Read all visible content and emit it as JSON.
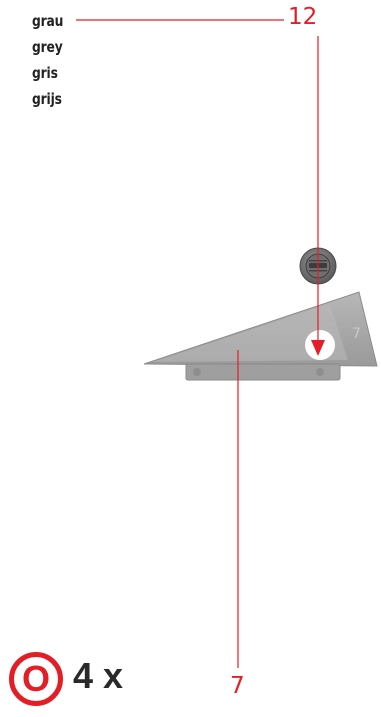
{
  "color_names": [
    "grau",
    "grey",
    "gris",
    "grijs"
  ],
  "callouts": {
    "top_part_number": "12",
    "bottom_part_number": "7"
  },
  "step": {
    "badge_letter": "O",
    "quantity": "4 x"
  },
  "colors": {
    "accent_red": "#e31e26",
    "part_grey": "#a9a9a9",
    "part_dark": "#7d7d7d",
    "text_dark": "#222222"
  },
  "icons": {
    "badge": "circled-letter-o-icon",
    "screw": "screw-head-icon",
    "wedge": "triangular-wedge-part-icon"
  }
}
